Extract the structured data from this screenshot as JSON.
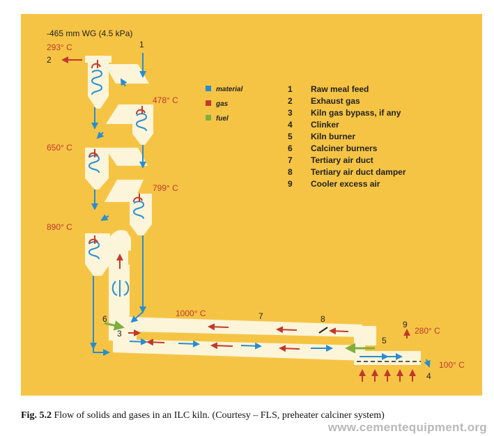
{
  "colors": {
    "background": "#f6c445",
    "duct": "#fdf5da",
    "material": "#2a8ccf",
    "gas": "#c0392b",
    "fuel": "#7fae3f"
  },
  "pressure": "-465 mm WG (4.5 kPa)",
  "temps": {
    "t293": "293° C",
    "t478": "478° C",
    "t650": "650° C",
    "t799": "799° C",
    "t890": "890° C",
    "t1000": "1000° C",
    "t280": "280° C",
    "t100": "100° C"
  },
  "markers": {
    "m1": "1",
    "m2": "2",
    "m3": "3",
    "m4": "4",
    "m5": "5",
    "m6": "6",
    "m7": "7",
    "m8": "8",
    "m9": "9"
  },
  "color_key": [
    {
      "label": "material",
      "icon": "blue-square"
    },
    {
      "label": "gas",
      "icon": "red-square"
    },
    {
      "label": "fuel",
      "icon": "green-square"
    }
  ],
  "legend": [
    {
      "num": "1",
      "text": "Raw meal feed"
    },
    {
      "num": "2",
      "text": "Exhaust gas"
    },
    {
      "num": "3",
      "text": "Kiln gas bypass, if any"
    },
    {
      "num": "4",
      "text": "Clinker"
    },
    {
      "num": "5",
      "text": "Kiln burner"
    },
    {
      "num": "6",
      "text": "Calciner burners"
    },
    {
      "num": "7",
      "text": "Tertiary air duct"
    },
    {
      "num": "8",
      "text": "Tertiary air duct damper"
    },
    {
      "num": "9",
      "text": "Cooler excess air"
    }
  ],
  "caption": {
    "label": "Fig. 5.2",
    "text": "Flow of solids and gases in an ILC kiln. (Courtesy – FLS, preheater calciner system)"
  },
  "watermark": "www.cementequipment.org"
}
